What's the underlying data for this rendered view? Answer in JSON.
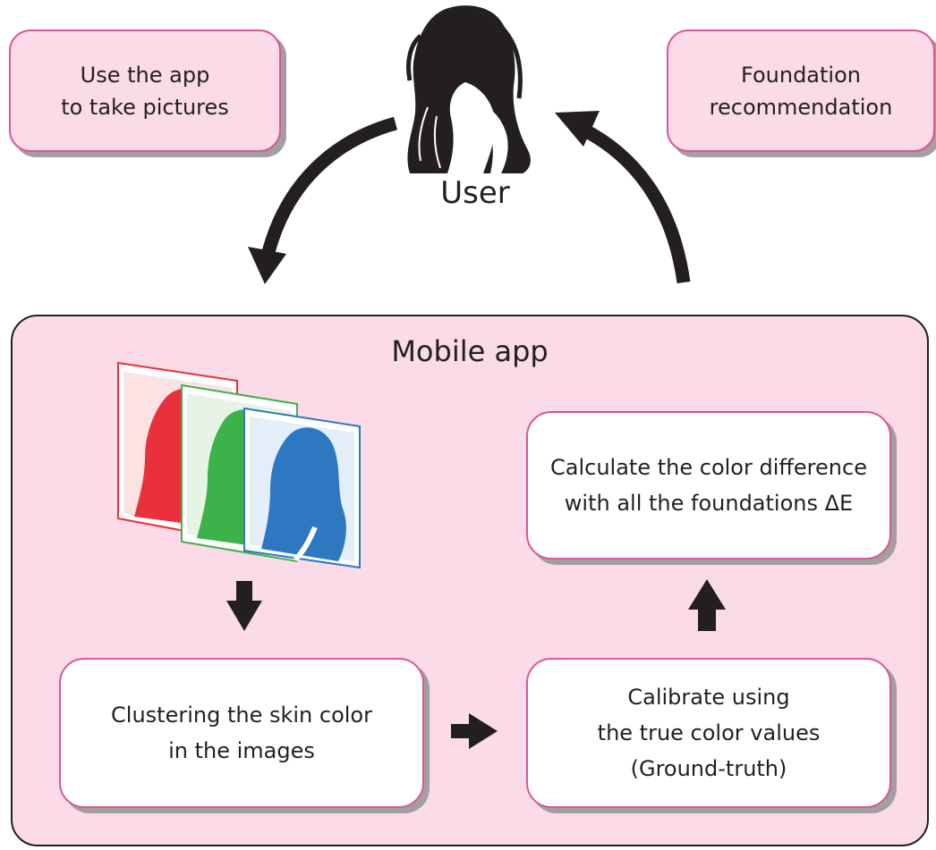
{
  "user": {
    "label": "User"
  },
  "callouts": {
    "take_pictures": {
      "lines": [
        "Use the app",
        "to take pictures"
      ]
    },
    "recommendation": {
      "lines": [
        "Foundation",
        "recommendation"
      ]
    }
  },
  "mobile_app": {
    "title": "Mobile app",
    "channel_colors": {
      "red": "#e8313b",
      "green": "#3db24b",
      "blue": "#2e78c2"
    },
    "steps": {
      "clustering": {
        "lines": [
          "Clustering the skin color",
          "in the images"
        ]
      },
      "calibrate": {
        "lines": [
          "Calibrate using",
          "the true color values",
          "(Ground-truth)"
        ]
      },
      "color_difference": {
        "lines": [
          "Calculate the color difference",
          "with all the foundations ΔE"
        ]
      }
    }
  },
  "colors": {
    "panel_fill": "#fadbe7",
    "border_pink": "#d9579a",
    "arrow": "#231f20",
    "shadow": "#a39e9f"
  }
}
